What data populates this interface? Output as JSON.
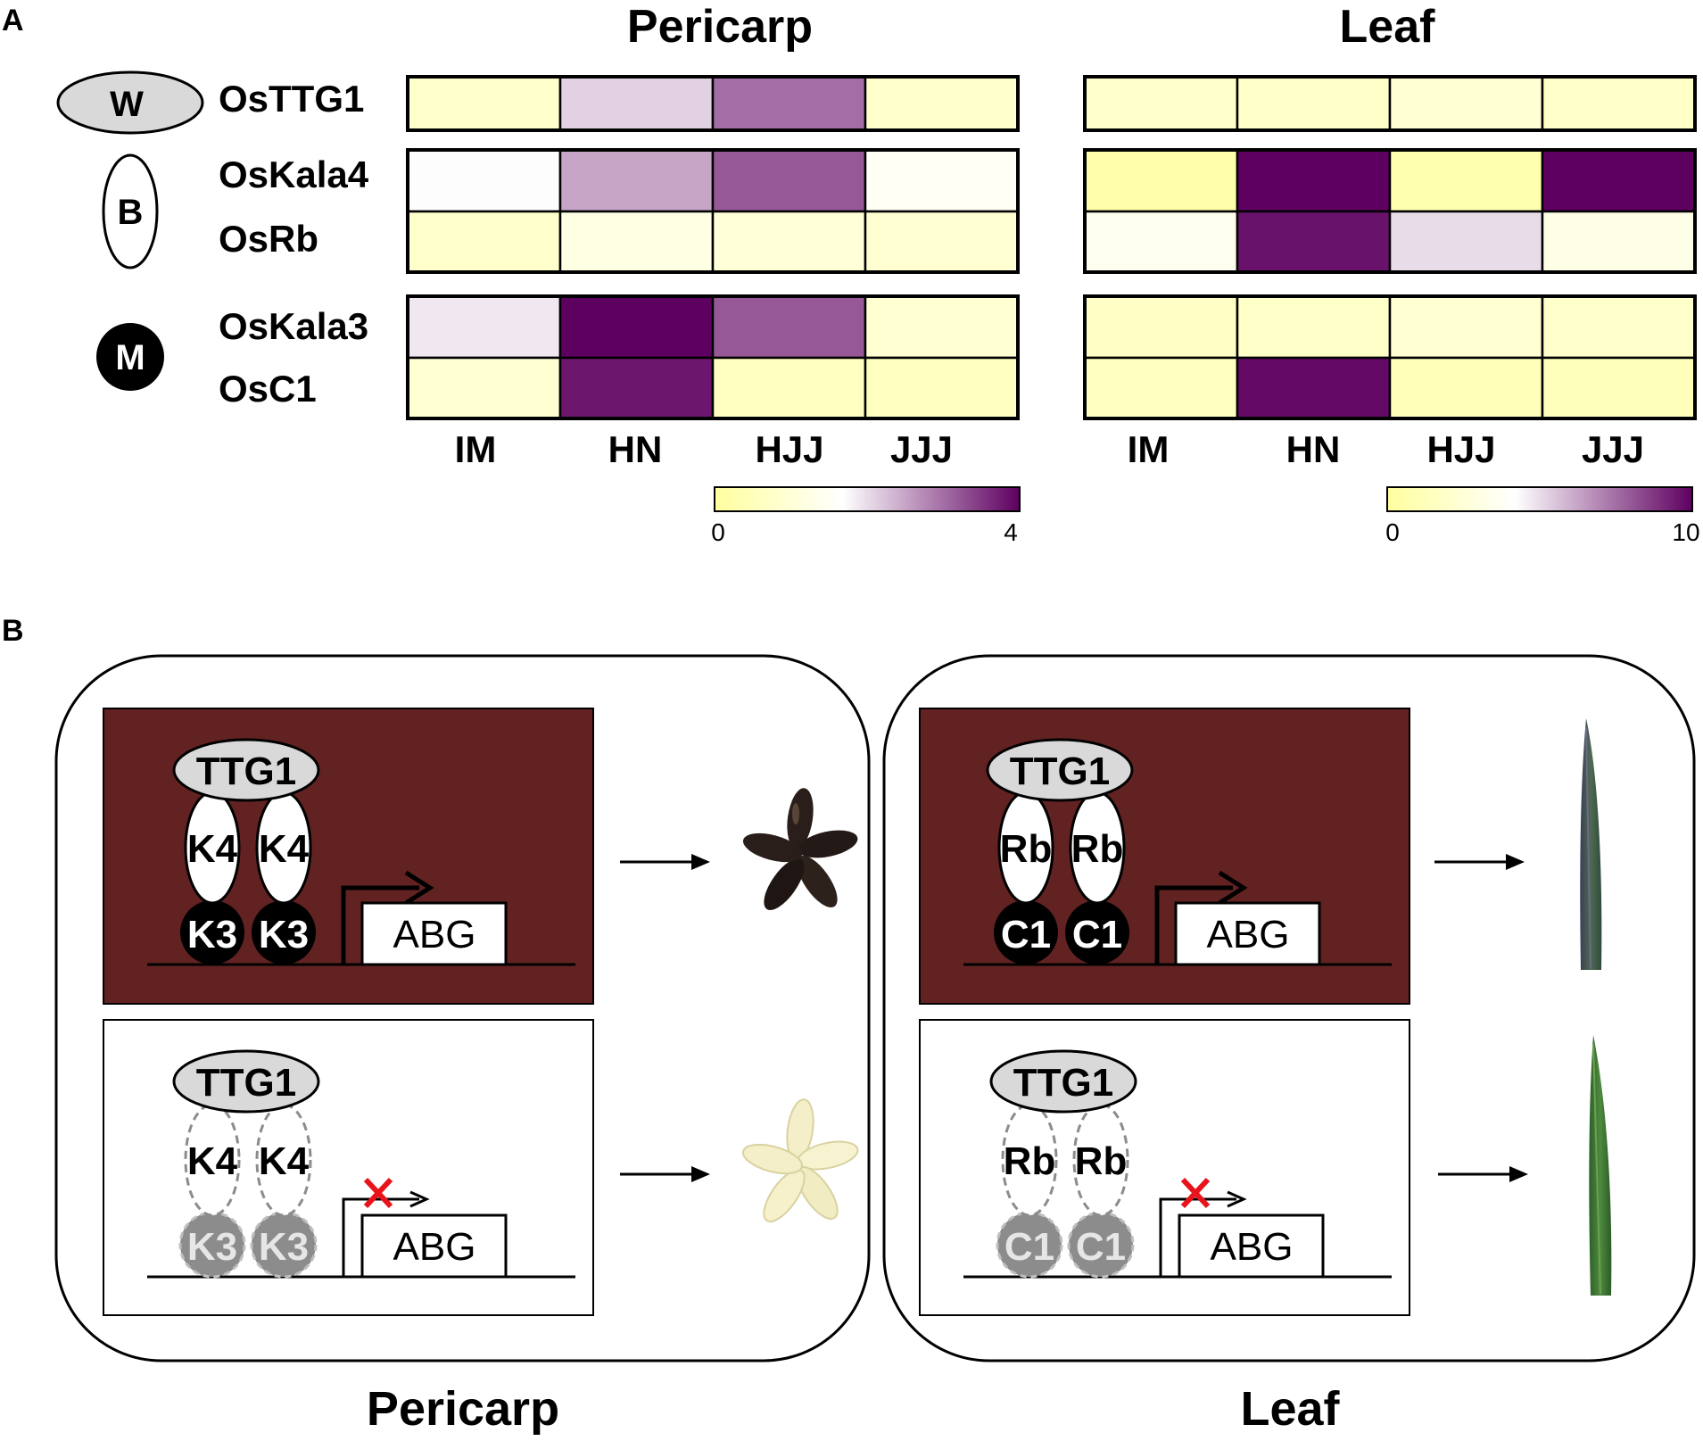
{
  "panel_a": {
    "letter": "A",
    "families": [
      {
        "label": "W",
        "style": "grey"
      },
      {
        "label": "B",
        "style": "white"
      },
      {
        "label": "M",
        "style": "black"
      }
    ],
    "genes": [
      "OsTTG1",
      "OsKala4",
      "OsRb",
      "OsKala3",
      "OsC1"
    ],
    "cultivars": [
      "IM",
      "HN",
      "HJJ",
      "JJJ"
    ],
    "colors": {
      "low": "#ffff9e",
      "mid": "#ffffff",
      "high": "#5e0060"
    }
  },
  "chart_data": [
    {
      "type": "heatmap",
      "title": "Pericarp",
      "rows": [
        "OsTTG1",
        "OsKala4",
        "OsRb",
        "OsKala3",
        "OsC1"
      ],
      "columns": [
        "IM",
        "HN",
        "HJJ",
        "JJJ"
      ],
      "values": [
        [
          0.8,
          2.1,
          3.0,
          0.8
        ],
        [
          1.7,
          2.5,
          3.2,
          1.5
        ],
        [
          0.8,
          1.2,
          1.0,
          0.9
        ],
        [
          1.9,
          4.0,
          3.2,
          0.9
        ],
        [
          0.9,
          3.8,
          0.6,
          0.6
        ]
      ],
      "colorbar": {
        "min": 0,
        "max": 4,
        "min_label": "0",
        "max_label": "4"
      }
    },
    {
      "type": "heatmap",
      "title": "Leaf",
      "rows": [
        "OsTTG1",
        "OsKala4",
        "OsRb",
        "OsKala3",
        "OsC1"
      ],
      "columns": [
        "IM",
        "HN",
        "HJJ",
        "JJJ"
      ],
      "values": [
        [
          2.0,
          1.8,
          2.3,
          1.8
        ],
        [
          0.5,
          10.0,
          0.8,
          10.0
        ],
        [
          3.5,
          9.6,
          5.0,
          3.2
        ],
        [
          1.7,
          1.8,
          2.2,
          2.0
        ],
        [
          1.5,
          9.8,
          1.2,
          1.3
        ]
      ],
      "colorbar": {
        "min": 0,
        "max": 10,
        "min_label": "0",
        "max_label": "10"
      }
    }
  ],
  "panel_b": {
    "letter": "B",
    "sections": [
      {
        "caption": "Pericarp",
        "active": {
          "top": "TTG1",
          "b1": "K4",
          "b2": "K4",
          "m1": "K3",
          "m2": "K3",
          "target": "ABG"
        },
        "inactive": {
          "top": "TTG1",
          "b1": "K4",
          "b2": "K4",
          "m1": "K3",
          "m2": "K3",
          "target": "ABG"
        },
        "active_result": "purple-grains",
        "inactive_result": "white-grains"
      },
      {
        "caption": "Leaf",
        "active": {
          "top": "TTG1",
          "b1": "Rb",
          "b2": "Rb",
          "m1": "C1",
          "m2": "C1",
          "target": "ABG"
        },
        "inactive": {
          "top": "TTG1",
          "b1": "Rb",
          "b2": "Rb",
          "m1": "C1",
          "m2": "C1",
          "target": "ABG"
        },
        "active_result": "purple-leaf",
        "inactive_result": "green-leaf"
      }
    ],
    "colors": {
      "active_bg": "#632222",
      "inactive_bg": "#ffffff",
      "repression_mark": "#e8131b"
    }
  }
}
